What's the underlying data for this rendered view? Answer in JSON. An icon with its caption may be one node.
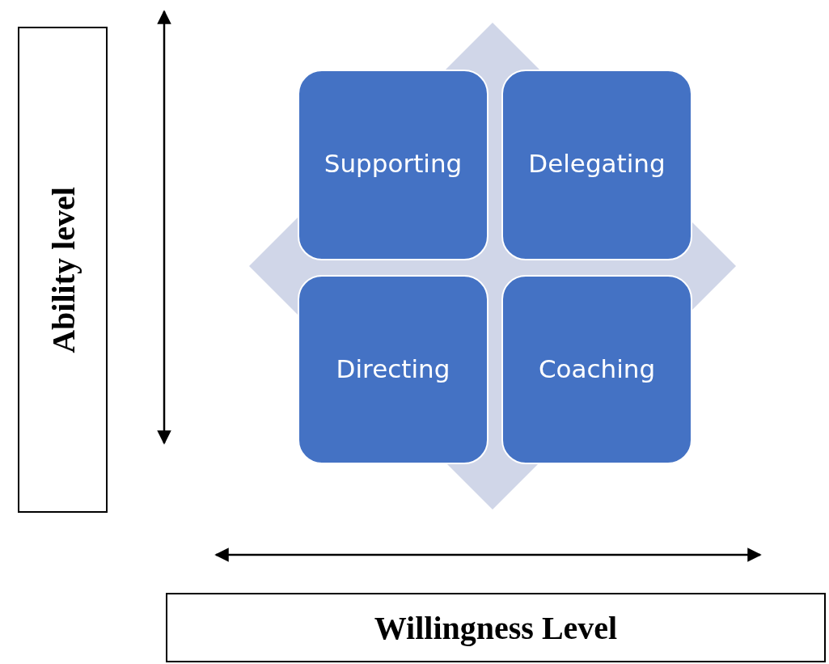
{
  "diagram": {
    "nodes": [
      {
        "text": [
          "Ability level"
        ]
      },
      {
        "text": [
          "Supporting"
        ]
      },
      {
        "text": [
          "Delegating"
        ]
      },
      {
        "text": [
          "Directing"
        ]
      },
      {
        "text": [
          "Coaching"
        ]
      },
      {
        "text": [
          "Willingness Level"
        ]
      }
    ]
  }
}
